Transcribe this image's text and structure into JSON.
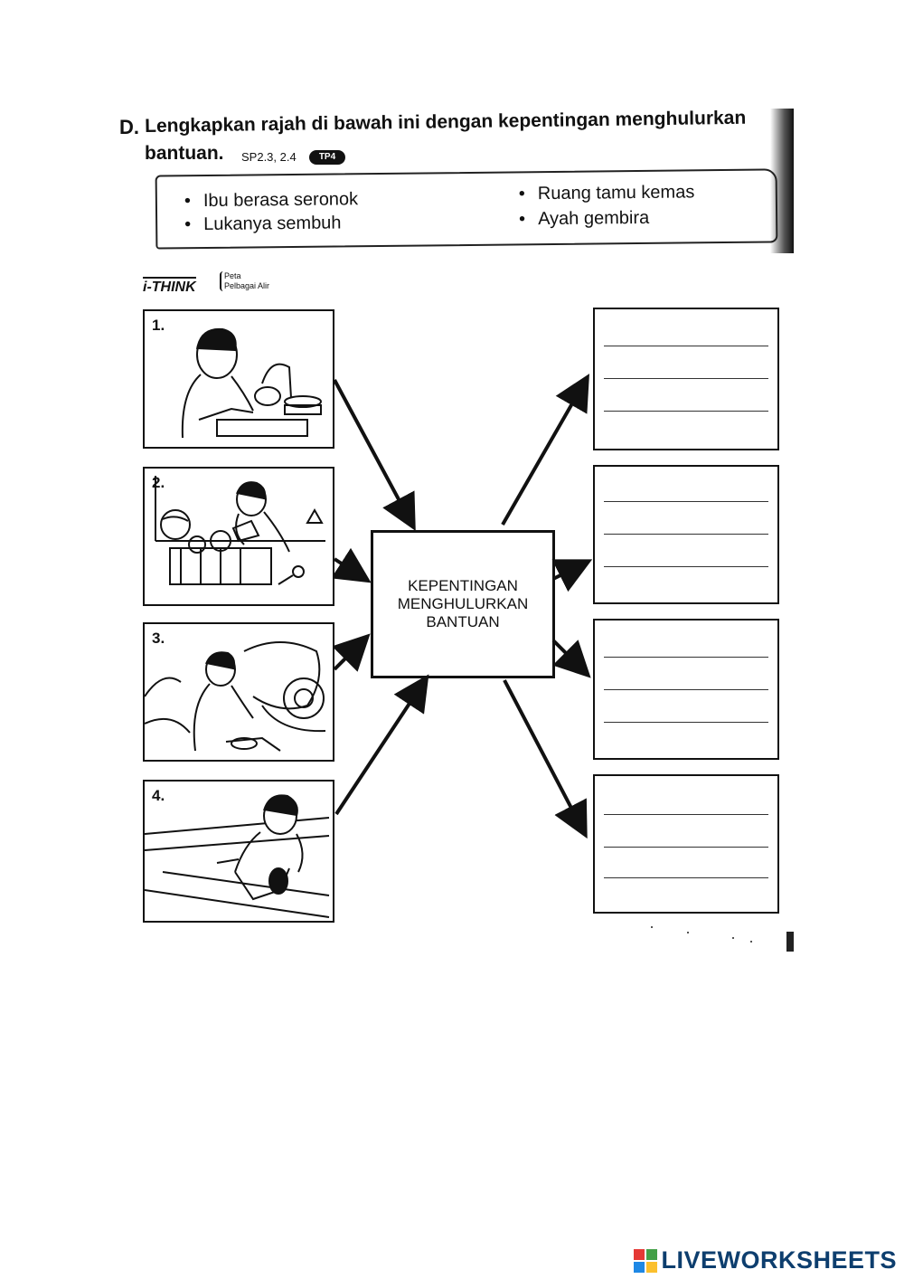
{
  "question": {
    "letter": "D.",
    "line1": "Lengkapkan rajah di bawah ini dengan kepentingan menghulurkan",
    "line2": "bantuan.",
    "code": "SP2.3, 2.4",
    "badge": "TP4"
  },
  "word_bank": {
    "left": [
      "Ibu berasa seronok",
      "Lukanya sembuh"
    ],
    "right": [
      "Ruang tamu kemas",
      "Ayah gembira"
    ]
  },
  "ithink": {
    "logo": "i-THINK",
    "sub1": "Peta",
    "sub2": "Pelbagai Alir"
  },
  "pictures": [
    {
      "number": "1.",
      "scene": "girl-washing-dishes"
    },
    {
      "number": "2.",
      "scene": "boy-tidying-toys"
    },
    {
      "number": "3.",
      "scene": "boy-washing-motorcycle"
    },
    {
      "number": "4.",
      "scene": "boy-with-injured-leg"
    }
  ],
  "center": {
    "line1": "KEPENTINGAN",
    "line2": "MENGHULURKAN",
    "line3": "BANTUAN"
  },
  "answer_boxes": [
    {
      "lines": 3
    },
    {
      "lines": 3
    },
    {
      "lines": 3
    },
    {
      "lines": 3
    }
  ],
  "watermark": {
    "text": "LIVEWORKSHEETS",
    "color": "#0d3e6e"
  }
}
